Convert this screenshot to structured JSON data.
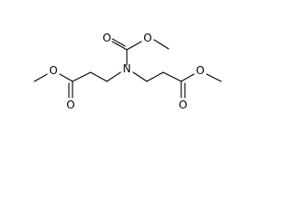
{
  "molecule": {
    "atoms": {
      "n1": "N",
      "o_carbamate_carbonyl": "O",
      "o_carbamate_ester": "O",
      "o_left_ester": "O",
      "o_left_carbonyl": "O",
      "o_right_ester": "O",
      "o_right_carbonyl": "O"
    }
  },
  "colors": {
    "bond": "#000000",
    "label": "#000000",
    "background": "#ffffff"
  }
}
